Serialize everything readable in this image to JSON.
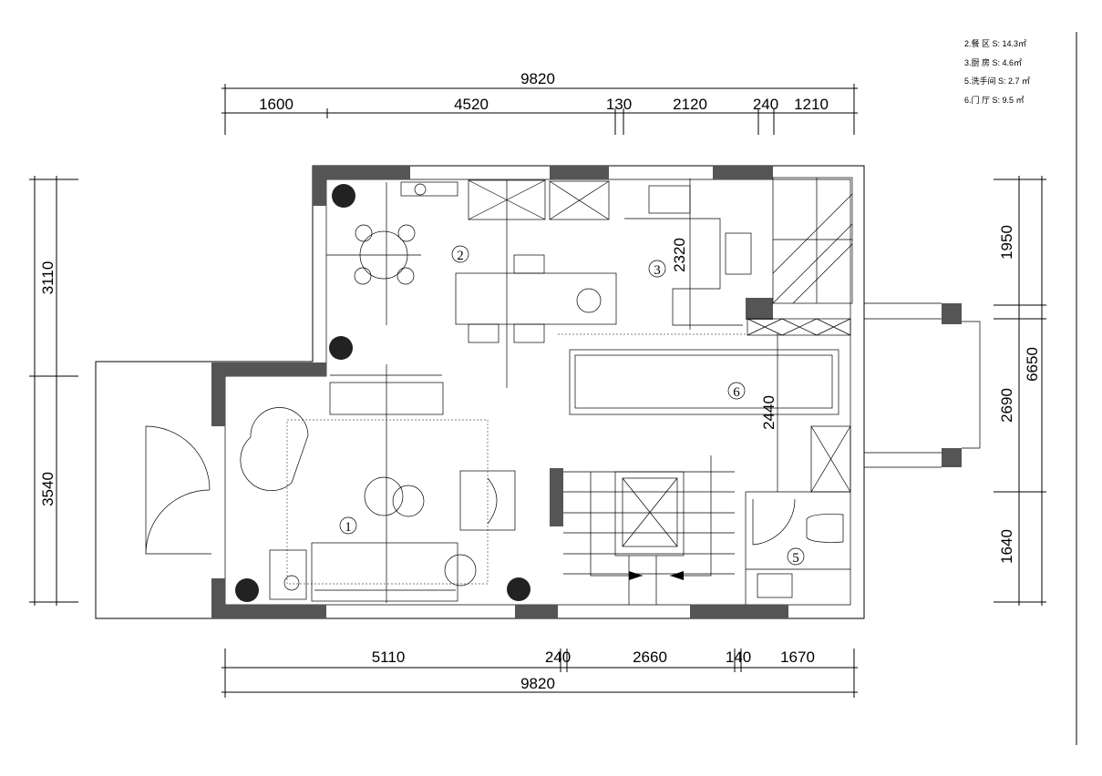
{
  "legend": [
    "2.餐 区 S: 14.3㎡",
    "3.厨 房 S: 4.6㎡",
    "5.洗手间 S: 2.7 ㎡",
    "6.门 厅 S: 9.5 ㎡"
  ],
  "dims": {
    "top_total": "9820",
    "top": [
      "1600",
      "4520",
      "130",
      "2120",
      "240",
      "1210"
    ],
    "bottom": [
      "5110",
      "240",
      "2660",
      "140",
      "1670"
    ],
    "bottom_total": "9820",
    "left": [
      "3110",
      "3540"
    ],
    "right": [
      "1950",
      "2690",
      "1640"
    ],
    "right_total": "6650",
    "inner_kitchen": "2320",
    "inner_hall": "2440"
  },
  "rooms": [
    "1",
    "2",
    "3",
    "5",
    "6"
  ]
}
